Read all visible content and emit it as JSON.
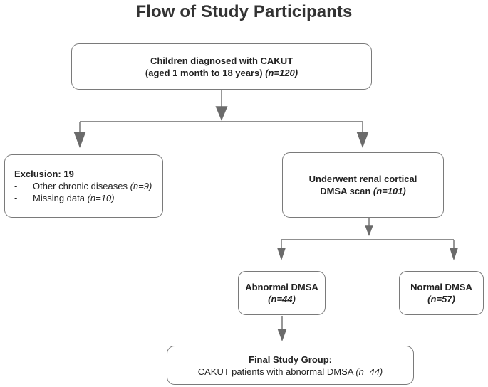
{
  "title": "Flow of Study Participants",
  "nodes": {
    "enrolled": {
      "line1": "Children diagnosed with CAKUT",
      "line2a": "(aged 1 month to 18 years) ",
      "line2b": "(n=120)"
    },
    "exclusion": {
      "heading": "Exclusion: 19",
      "dash": "-",
      "item1": "Other chronic diseases ",
      "item1n": "(n=9)",
      "item2": "Missing data ",
      "item2n": "(n=10)"
    },
    "dmsa": {
      "line1": "Underwent renal cortical",
      "line2a": "DMSA scan ",
      "line2b": "(n=101)"
    },
    "abnormal": {
      "line1": "Abnormal DMSA",
      "line2": "(n=44)"
    },
    "normal": {
      "line1": "Normal DMSA",
      "line2": "(n=57)"
    },
    "final": {
      "line1": "Final Study Group:",
      "line2a": "CAKUT patients with abnormal DMSA ",
      "line2b": "(n=44)"
    }
  },
  "colors": {
    "title": "#333333",
    "box_border": "#7a7a7a",
    "connector": "#6b6b6b",
    "text": "#222222",
    "background": "#ffffff"
  },
  "chart_data": {
    "type": "diagram",
    "diagram_kind": "flowchart",
    "title": "Flow of Study Participants",
    "nodes": [
      {
        "id": "enrolled",
        "label": "Children diagnosed with CAKUT (aged 1 month to 18 years)",
        "n": 120
      },
      {
        "id": "exclusion",
        "label": "Exclusion: 19 — Other chronic diseases (n=9); Missing data (n=10)",
        "n": 19
      },
      {
        "id": "dmsa",
        "label": "Underwent renal cortical DMSA scan",
        "n": 101
      },
      {
        "id": "abnormal",
        "label": "Abnormal DMSA",
        "n": 44
      },
      {
        "id": "normal",
        "label": "Normal DMSA",
        "n": 57
      },
      {
        "id": "final",
        "label": "Final Study Group: CAKUT patients with abnormal DMSA",
        "n": 44
      }
    ],
    "edges": [
      {
        "from": "enrolled",
        "to": "exclusion"
      },
      {
        "from": "enrolled",
        "to": "dmsa"
      },
      {
        "from": "dmsa",
        "to": "abnormal"
      },
      {
        "from": "dmsa",
        "to": "normal"
      },
      {
        "from": "abnormal",
        "to": "final"
      }
    ]
  }
}
